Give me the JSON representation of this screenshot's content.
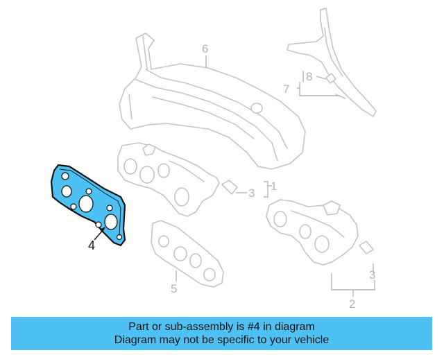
{
  "callouts": {
    "c1": "1",
    "c2": "2",
    "c3a": "3",
    "c3b": "3",
    "c4": "4",
    "c5": "5",
    "c6": "6",
    "c7": "7",
    "c8": "8"
  },
  "highlight_color": "#4dc1f4",
  "caption": {
    "line1": "Part or sub-assembly is #4 in diagram",
    "line2": "Diagram may not be specific to your vehicle"
  }
}
